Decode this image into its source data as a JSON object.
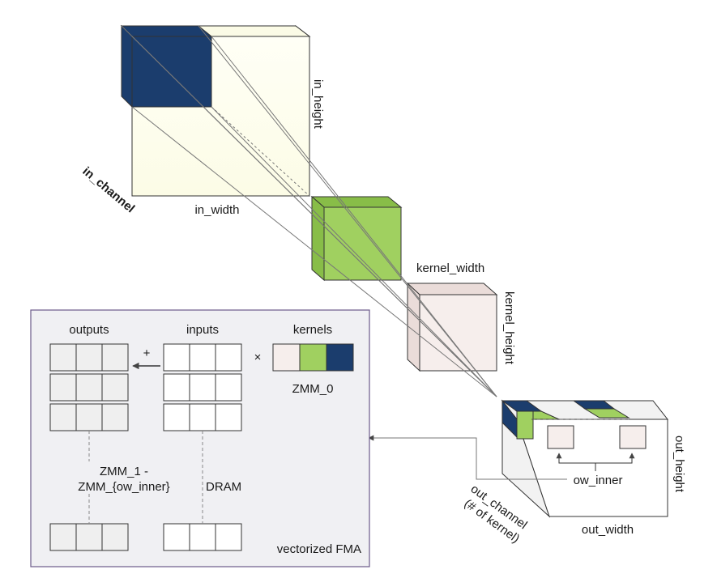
{
  "colors": {
    "input_front": "#fffff0",
    "input_side": "#fbfbe6",
    "input_patch": "#1b3d6d",
    "kernel_green_front": "#a0d060",
    "kernel_green_side": "#88bd48",
    "kernel_pink_front": "#f6eeec",
    "kernel_pink_side": "#eadcd9",
    "output_front": "#ffffff",
    "output_side": "#f2f2f2",
    "panel_bg": "#f0f0f3",
    "panel_border": "#6b5a8a",
    "register_cell": "#efefef"
  },
  "labels": {
    "in_height": "in_height",
    "in_channel": "in_channel",
    "in_width": "in_width",
    "kernel_width": "kernel_width",
    "kernel_height": "kernel_height",
    "out_height": "out_height",
    "out_width": "out_width",
    "out_channel_line1": "out_channel",
    "out_channel_line2": "(# of kernel)",
    "ow_inner": "ow_inner"
  },
  "panel": {
    "outputs_header": "outputs",
    "inputs_header": "inputs",
    "kernels_header": "kernels",
    "plus_sign": "+",
    "times_sign": "×",
    "zmm0": "ZMM_0",
    "zmm1_line1": "ZMM_1 -",
    "zmm1_line2": "ZMM_{ow_inner}",
    "dram": "DRAM",
    "footer": "vectorized FMA"
  }
}
